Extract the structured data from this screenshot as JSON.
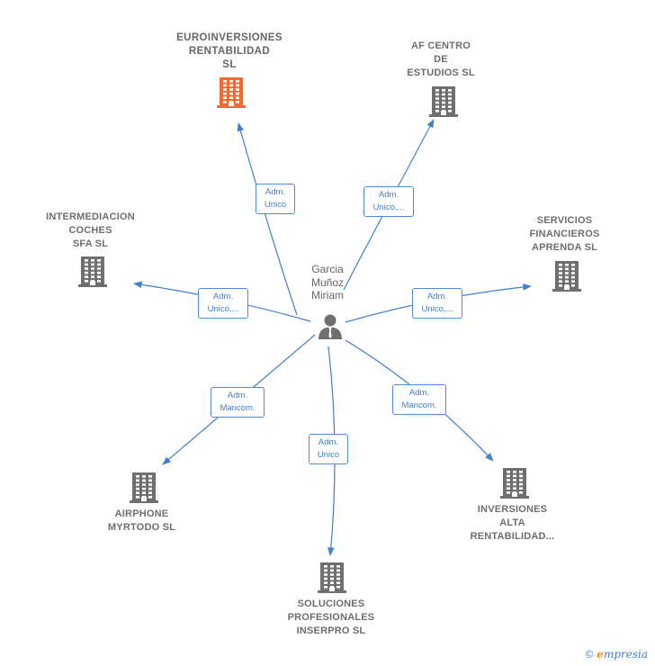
{
  "person": {
    "name": "Garcia\nMuñoz\nMiriam"
  },
  "companies": [
    {
      "id": "euroinversiones",
      "name": "EUROINVERSIONES\nRENTABILIDAD\nSL",
      "highlight": true
    },
    {
      "id": "af-centro",
      "name": "AF CENTRO\nDE\nESTUDIOS  SL",
      "highlight": false
    },
    {
      "id": "intermediacion",
      "name": "INTERMEDIACION\nCOCHES\nSFA  SL",
      "highlight": false
    },
    {
      "id": "servicios",
      "name": "SERVICIOS\nFINANCIEROS\nAPRENDA  SL",
      "highlight": false
    },
    {
      "id": "airphone",
      "name": "AIRPHONE\nMYRTODO  SL",
      "highlight": false
    },
    {
      "id": "inversiones",
      "name": "INVERSIONES\nALTA\nRENTABILIDAD...",
      "highlight": false
    },
    {
      "id": "soluciones",
      "name": "SOLUCIONES\nPROFESIONALES\nINSERPRO  SL",
      "highlight": false
    }
  ],
  "roles": [
    {
      "to": "euroinversiones",
      "label": "Adm.\nUnico"
    },
    {
      "to": "af-centro",
      "label": "Adm.\nUnico,..."
    },
    {
      "to": "intermediacion",
      "label": "Adm.\nUnico,..."
    },
    {
      "to": "servicios",
      "label": "Adm.\nUnico,..."
    },
    {
      "to": "airphone",
      "label": "Adm.\nMancom."
    },
    {
      "to": "inversiones",
      "label": "Adm.\nMancom."
    },
    {
      "to": "soluciones",
      "label": "Adm.\nUnico"
    }
  ],
  "colors": {
    "edge": "#3f7fd1",
    "building": "#6f6f6f",
    "highlight": "#f26a31",
    "person": "#6f6f6f"
  },
  "footer": {
    "copyright": "©",
    "brand_initial": "e",
    "brand_rest": "mpresia"
  }
}
